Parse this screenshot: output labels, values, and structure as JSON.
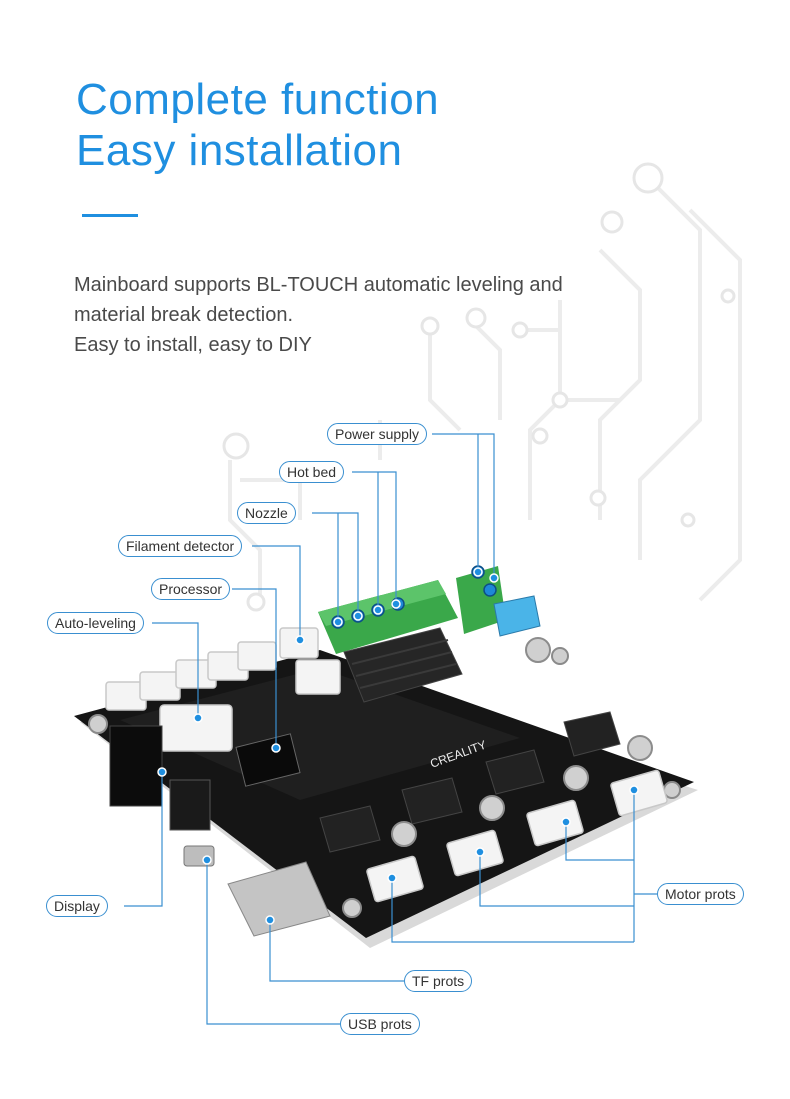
{
  "theme": {
    "accent": "#1f8fe0",
    "line": "#3a8fd0",
    "board": "#141414",
    "terminal": "#3aa84a"
  },
  "heading": {
    "line1": "Complete function",
    "line2": "Easy installation"
  },
  "description": {
    "line1": "Mainboard supports BL-TOUCH automatic leveling and",
    "line2": "material break detection.",
    "line3": "Easy to install, easy to DIY"
  },
  "board_text": {
    "brand": "CREALITY"
  },
  "callouts": {
    "power_supply": "Power supply",
    "hot_bed": "Hot bed",
    "nozzle": "Nozzle",
    "filament_detector": "Filament detector",
    "processor": "Processor",
    "auto_leveling": "Auto-leveling",
    "display": "Display",
    "motor_ports": "Motor prots",
    "tf_ports": "TF prots",
    "usb_ports": "USB prots"
  }
}
